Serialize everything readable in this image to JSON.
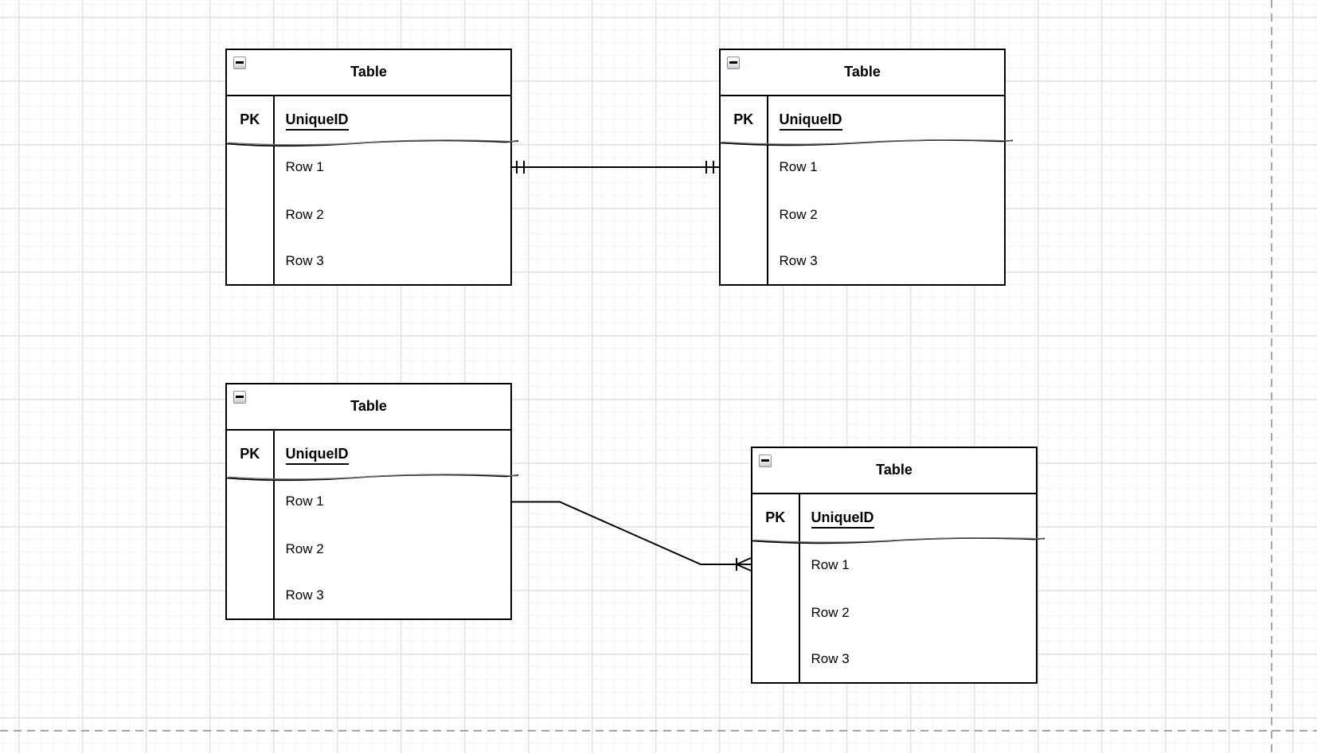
{
  "canvas": {
    "background": "#ffffff",
    "grid_minor_color": "#f3f3f3",
    "grid_major_color": "#e0e0e0",
    "page_boundary_color": "#a6a6a6",
    "shape_stroke_color": "#000000"
  },
  "tables": [
    {
      "title": "Table",
      "pk_label": "PK",
      "pk_field": "UniqueID",
      "rows": [
        "Row 1",
        "Row 2",
        "Row 3"
      ],
      "collapse_icon": "minus-icon"
    },
    {
      "title": "Table",
      "pk_label": "PK",
      "pk_field": "UniqueID",
      "rows": [
        "Row 1",
        "Row 2",
        "Row 3"
      ],
      "collapse_icon": "minus-icon"
    },
    {
      "title": "Table",
      "pk_label": "PK",
      "pk_field": "UniqueID",
      "rows": [
        "Row 1",
        "Row 2",
        "Row 3"
      ],
      "collapse_icon": "minus-icon"
    },
    {
      "title": "Table",
      "pk_label": "PK",
      "pk_field": "UniqueID",
      "rows": [
        "Row 1",
        "Row 2",
        "Row 3"
      ],
      "collapse_icon": "minus-icon"
    }
  ],
  "relationships": [
    {
      "from_table": 0,
      "from_row": "Row 1",
      "to_table": 1,
      "to_row": "Row 1",
      "from_notation": "exactly-one",
      "to_notation": "exactly-one"
    },
    {
      "from_table": 2,
      "from_row": "Row 1",
      "to_table": 3,
      "to_row": "Row 1",
      "from_notation": "plain",
      "to_notation": "one-or-many"
    }
  ]
}
